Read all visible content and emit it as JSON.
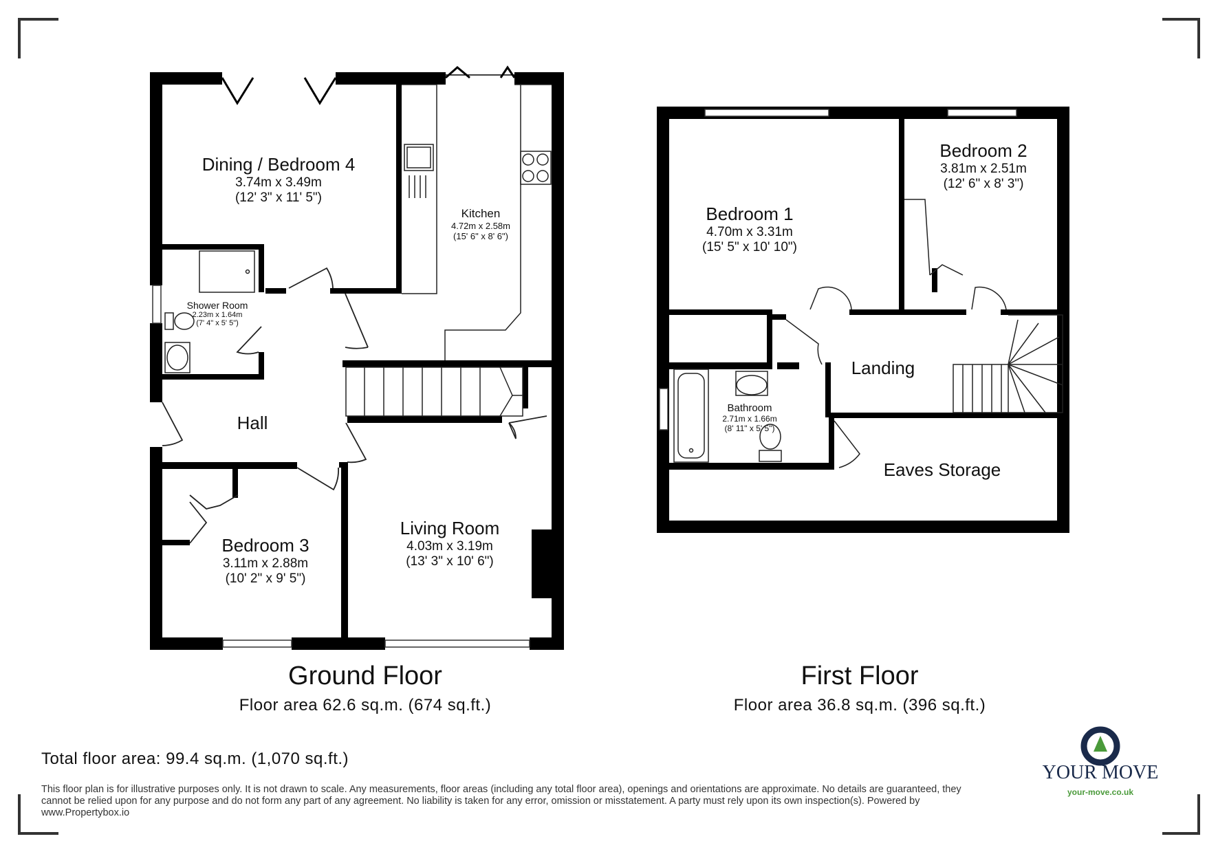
{
  "ground_floor": {
    "title": "Ground Floor",
    "area": "Floor area 62.6 sq.m. (674 sq.ft.)",
    "rooms": {
      "dining": {
        "name": "Dining / Bedroom 4",
        "metric": "3.74m x 3.49m",
        "imperial": "(12' 3\" x 11' 5\")"
      },
      "kitchen": {
        "name": "Kitchen",
        "metric": "4.72m x 2.58m",
        "imperial": "(15' 6\" x 8' 6\")"
      },
      "shower": {
        "name": "Shower Room",
        "metric": "2.23m x 1.64m",
        "imperial": "(7' 4\" x 5' 5\")"
      },
      "hall": {
        "name": "Hall"
      },
      "bedroom3": {
        "name": "Bedroom 3",
        "metric": "3.11m x 2.88m",
        "imperial": "(10' 2\" x 9' 5\")"
      },
      "living": {
        "name": "Living Room",
        "metric": "4.03m x 3.19m",
        "imperial": "(13' 3\" x 10' 6\")"
      }
    }
  },
  "first_floor": {
    "title": "First Floor",
    "area": "Floor area 36.8 sq.m. (396 sq.ft.)",
    "rooms": {
      "bedroom1": {
        "name": "Bedroom 1",
        "metric": "4.70m x 3.31m",
        "imperial": "(15' 5\" x 10' 10\")"
      },
      "bedroom2": {
        "name": "Bedroom 2",
        "metric": "3.81m x 2.51m",
        "imperial": "(12' 6\" x 8' 3\")"
      },
      "landing": {
        "name": "Landing"
      },
      "bathroom": {
        "name": "Bathroom",
        "metric": "2.71m x 1.66m",
        "imperial": "(8' 11\" x 5' 5\")"
      },
      "eaves": {
        "name": "Eaves Storage"
      }
    }
  },
  "total_area": "Total floor area: 99.4 sq.m. (1,070 sq.ft.)",
  "disclaimer": "This floor plan is for illustrative purposes only. It is not drawn to scale. Any measurements, floor areas (including any total floor area), openings and orientations are approximate. No details are guaranteed, they cannot be relied upon for any purpose and do not form any part of any agreement. No liability is taken for any error, omission or misstatement. A party must rely upon its own inspection(s). Powered by www.Propertybox.io",
  "logo": {
    "name": "YOUR MOVE",
    "url": "your-move.co.uk"
  },
  "colors": {
    "wall": "#000000",
    "logo_navy": "#1a2a4a",
    "logo_green": "#4a9a3a"
  }
}
